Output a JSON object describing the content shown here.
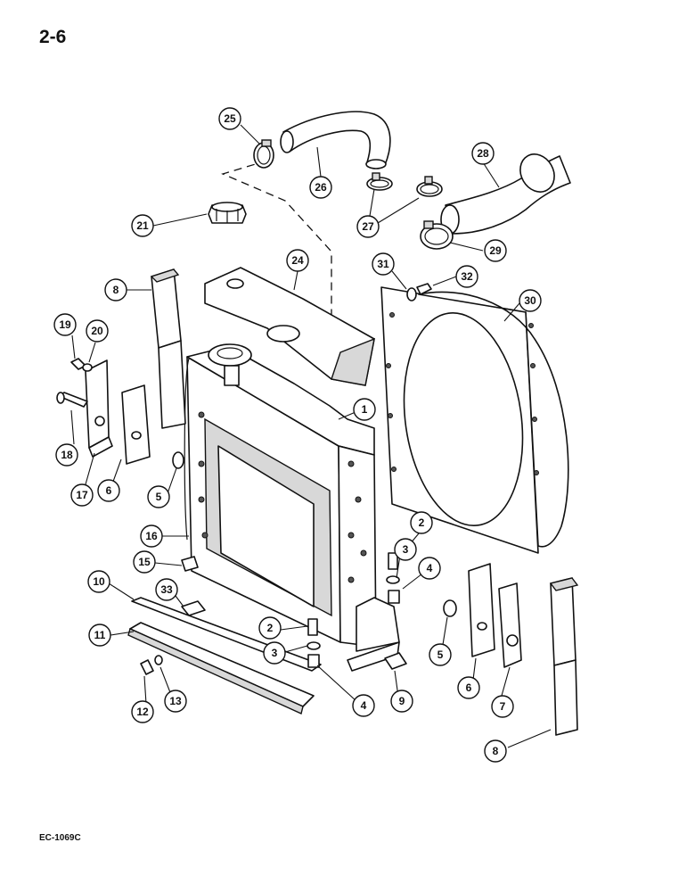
{
  "page": {
    "number": "2-6",
    "doc_code": "EC-1069C"
  },
  "callouts": [
    {
      "id": "c25",
      "label": "25"
    },
    {
      "id": "c26",
      "label": "26"
    },
    {
      "id": "c27",
      "label": "27"
    },
    {
      "id": "c28",
      "label": "28"
    },
    {
      "id": "c29",
      "label": "29"
    },
    {
      "id": "c21",
      "label": "21"
    },
    {
      "id": "c24",
      "label": "24"
    },
    {
      "id": "c31",
      "label": "31"
    },
    {
      "id": "c32",
      "label": "32"
    },
    {
      "id": "c30",
      "label": "30"
    },
    {
      "id": "c8a",
      "label": "8"
    },
    {
      "id": "c19",
      "label": "19"
    },
    {
      "id": "c20",
      "label": "20"
    },
    {
      "id": "c1",
      "label": "1"
    },
    {
      "id": "c18",
      "label": "18"
    },
    {
      "id": "c17",
      "label": "17"
    },
    {
      "id": "c6a",
      "label": "6"
    },
    {
      "id": "c5a",
      "label": "5"
    },
    {
      "id": "c16",
      "label": "16"
    },
    {
      "id": "c15",
      "label": "15"
    },
    {
      "id": "c2a",
      "label": "2"
    },
    {
      "id": "c3a",
      "label": "3"
    },
    {
      "id": "c4a",
      "label": "4"
    },
    {
      "id": "c10",
      "label": "10"
    },
    {
      "id": "c33",
      "label": "33"
    },
    {
      "id": "c11",
      "label": "11"
    },
    {
      "id": "c2b",
      "label": "2"
    },
    {
      "id": "c3b",
      "label": "3"
    },
    {
      "id": "c4b",
      "label": "4"
    },
    {
      "id": "c9",
      "label": "9"
    },
    {
      "id": "c12",
      "label": "12"
    },
    {
      "id": "c13",
      "label": "13"
    },
    {
      "id": "c5b",
      "label": "5"
    },
    {
      "id": "c6b",
      "label": "6"
    },
    {
      "id": "c7",
      "label": "7"
    },
    {
      "id": "c8b",
      "label": "8"
    }
  ]
}
